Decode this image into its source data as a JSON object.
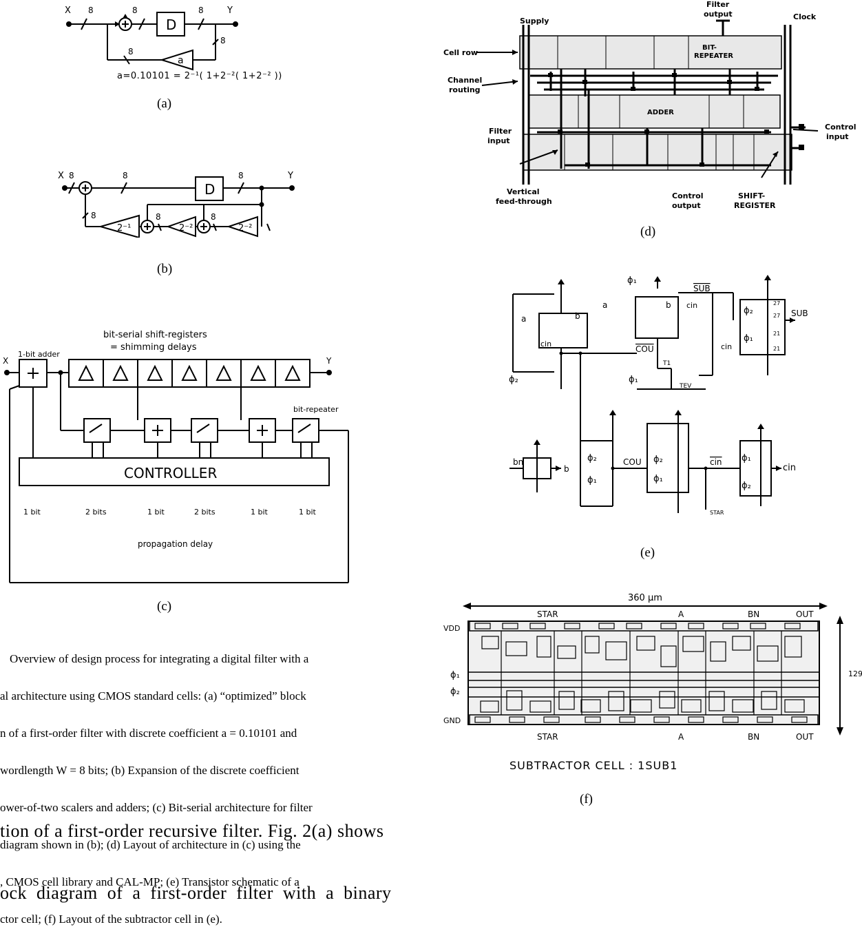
{
  "fig_a": {
    "label": "(a)",
    "x": "X",
    "y": "Y",
    "d": "D",
    "a": "a",
    "w1": "8",
    "w2": "8",
    "w3": "8",
    "w4": "8",
    "w5": "8",
    "formula": "a=0.10101 = 2⁻¹( 1+2⁻²( 1+2⁻² ))"
  },
  "fig_b": {
    "label": "(b)",
    "x": "X",
    "y": "Y",
    "d": "D",
    "w1": "8",
    "w2": "8",
    "w3": "8",
    "w4": "8",
    "w5": "8",
    "w6": "8",
    "s1": "2⁻¹",
    "s2": "2⁻²",
    "s3": "2⁻²"
  },
  "fig_c": {
    "label": "(c)",
    "title1": "bit-serial shift-registers",
    "title2": "= shimming delays",
    "adder_label": "1-bit adder",
    "repeater_label": "bit-repeater",
    "x": "X",
    "y": "Y",
    "controller": "CONTROLLER",
    "delays": [
      "1 bit",
      "2 bits",
      "1 bit",
      "2 bits",
      "1 bit",
      "1 bit"
    ],
    "prop": "propagation delay"
  },
  "fig_d": {
    "label": "(d)",
    "supply": "Supply",
    "filter_output1": "Filter",
    "filter_output2": "output",
    "clock": "Clock",
    "cell_row": "Cell row",
    "channel1": "Channel",
    "channel2": "routing",
    "filter_input1": "Filter",
    "filter_input2": "input",
    "bit_repeater1": "BIT-",
    "bit_repeater2": "REPEATER",
    "adder": "ADDER",
    "control_input1": "Control",
    "control_input2": "input",
    "vertical1": "Vertical",
    "vertical2": "feed-through",
    "control_output1": "Control",
    "control_output2": "output",
    "shift1": "SHIFT-",
    "shift2": "REGISTER"
  },
  "fig_e": {
    "label": "(e)",
    "phi1": "ϕ₁",
    "phi2": "ϕ₂",
    "sub_bar": "SUB",
    "sub": "SUB",
    "a": "a",
    "b": "b",
    "cin": "cin",
    "cou_bar": "COU",
    "cou": "COU",
    "cin_bar": "cin",
    "cin_out": "cin",
    "t1": "T1",
    "tev": "TEV",
    "bn": "bn",
    "star": "STAR",
    "n27a": "27",
    "n27b": "27",
    "n21a": "21",
    "n21b": "21"
  },
  "fig_f": {
    "label": "(f)",
    "width": "360 μm",
    "height": "129",
    "top_labels": [
      "STAR",
      "A",
      "BN",
      "OUT"
    ],
    "bottom_labels": [
      "STAR",
      "A",
      "BN",
      "OUT"
    ],
    "vdd": "VDD",
    "gnd": "GND",
    "phi1": "ϕ₁",
    "phi2": "ϕ₂",
    "cell_name": "SUBTRACTOR CELL : 1SUB1"
  },
  "caption": {
    "lines": [
      "Overview of design process for integrating a digital filter with a",
      "al architecture using CMOS standard cells: (a) “optimized” block",
      "n of a first-order filter with discrete coefficient a = 0.10101 and",
      "wordlength W = 8 bits; (b) Expansion of the discrete coefficient",
      "ower-of-two scalers and adders; (c) Bit-serial architecture for filter",
      "diagram shown in (b); (d) Layout of architecture in (c) using the",
      ", CMOS cell library and CAL-MP; (e) Transistor schematic of a",
      "ctor cell; (f) Layout of the subtractor cell in (e)."
    ]
  },
  "body_text": {
    "line1": "tion of a first-order recursive filter. Fig. 2(a) shows",
    "line2": "ock  diagram  of  a  first-order  filter  with  a  binary"
  }
}
